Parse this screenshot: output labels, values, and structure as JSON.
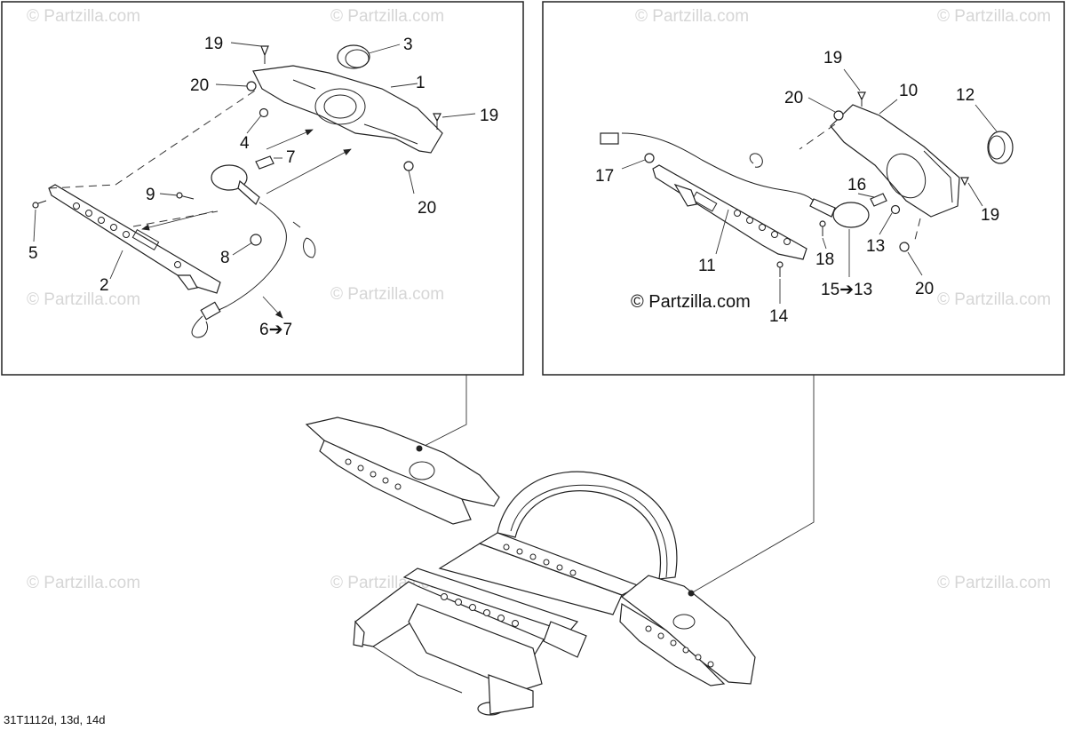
{
  "diagram_code": "31T1112d, 13d, 14d",
  "copyright": "© Partzilla.com",
  "watermark": "© Partzilla.com",
  "left_panel": {
    "labels": {
      "c1": "1",
      "c2": "2",
      "c3": "3",
      "c4": "4",
      "c5": "5",
      "c6": "6➔7",
      "c7": "7",
      "c8": "8",
      "c9": "9",
      "c19a": "19",
      "c19b": "19",
      "c20a": "20",
      "c20b": "20"
    }
  },
  "right_panel": {
    "labels": {
      "c10": "10",
      "c11": "11",
      "c12": "12",
      "c13": "13",
      "c14": "14",
      "c15": "15➔13",
      "c16": "16",
      "c17": "17",
      "c18": "18",
      "c19a": "19",
      "c19b": "19",
      "c20a": "20",
      "c20b": "20"
    }
  }
}
